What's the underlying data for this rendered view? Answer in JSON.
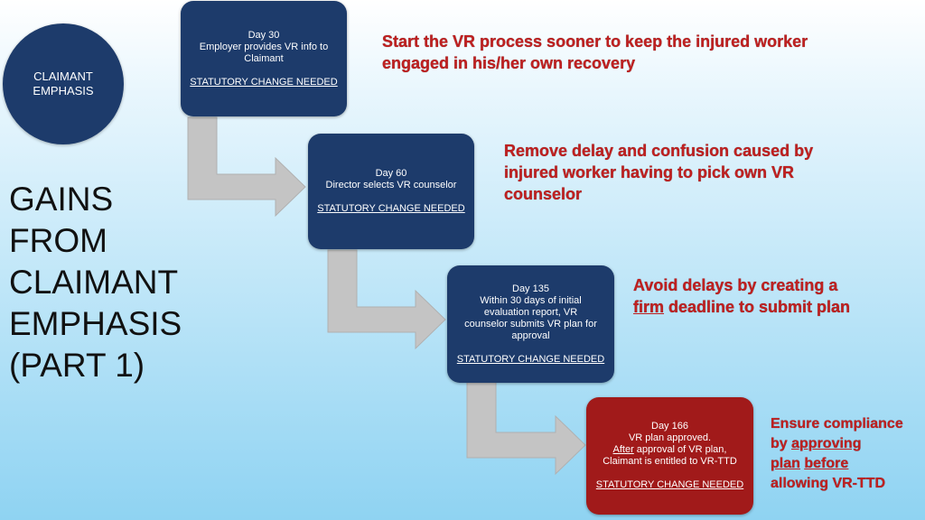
{
  "circle": {
    "line1": "CLAIMANT",
    "line2": "EMPHASIS"
  },
  "title": {
    "line1": "GAINS",
    "line2": "FROM",
    "line3": "CLAIMANT",
    "line4": "EMPHASIS",
    "line5": "(PART 1)"
  },
  "steps": [
    {
      "day": "Day 30",
      "desc1": "Employer provides VR info to",
      "desc2": "Claimant",
      "status": "STATUTORY CHANGE NEEDED",
      "color": "#1d3b6b"
    },
    {
      "day": "Day  60",
      "desc1": "Director selects VR counselor",
      "status": "STATUTORY CHANGE NEEDED",
      "color": "#1d3b6b"
    },
    {
      "day": "Day 135",
      "desc1": "Within 30 days of initial",
      "desc2": "evaluation report, VR",
      "desc3": "counselor submits VR plan for",
      "desc4": "approval",
      "status": "STATUTORY CHANGE NEEDED",
      "color": "#1d3b6b"
    },
    {
      "day": "Day 166",
      "desc1": "VR plan approved.",
      "desc2_u": "After",
      "desc2_rest": " approval of VR plan,",
      "desc3": "Claimant is entitled to VR-TTD",
      "status": "STATUTORY CHANGE NEEDED",
      "color": "#a11a1a"
    }
  ],
  "notes": [
    {
      "line1": "Start the VR process sooner to keep the injured worker",
      "line2": "engaged in his/her own recovery"
    },
    {
      "line1": "Remove delay and confusion caused by",
      "line2": "injured worker having to pick own VR",
      "line3": "counselor"
    },
    {
      "line1": "Avoid delays by creating a",
      "line2_u": "firm",
      "line2_rest": " deadline to submit plan"
    },
    {
      "line1": "Ensure compliance",
      "line2_pre": "by ",
      "line2_u": "approving",
      "line3_u1": "plan",
      "line3_mid": " ",
      "line3_u2": "before",
      "line4": "allowing VR-TTD"
    }
  ],
  "colors": {
    "navy": "#1d3b6b",
    "red": "#a11a1a",
    "note_text": "#c02020",
    "arrow": "#c7c7c7"
  }
}
